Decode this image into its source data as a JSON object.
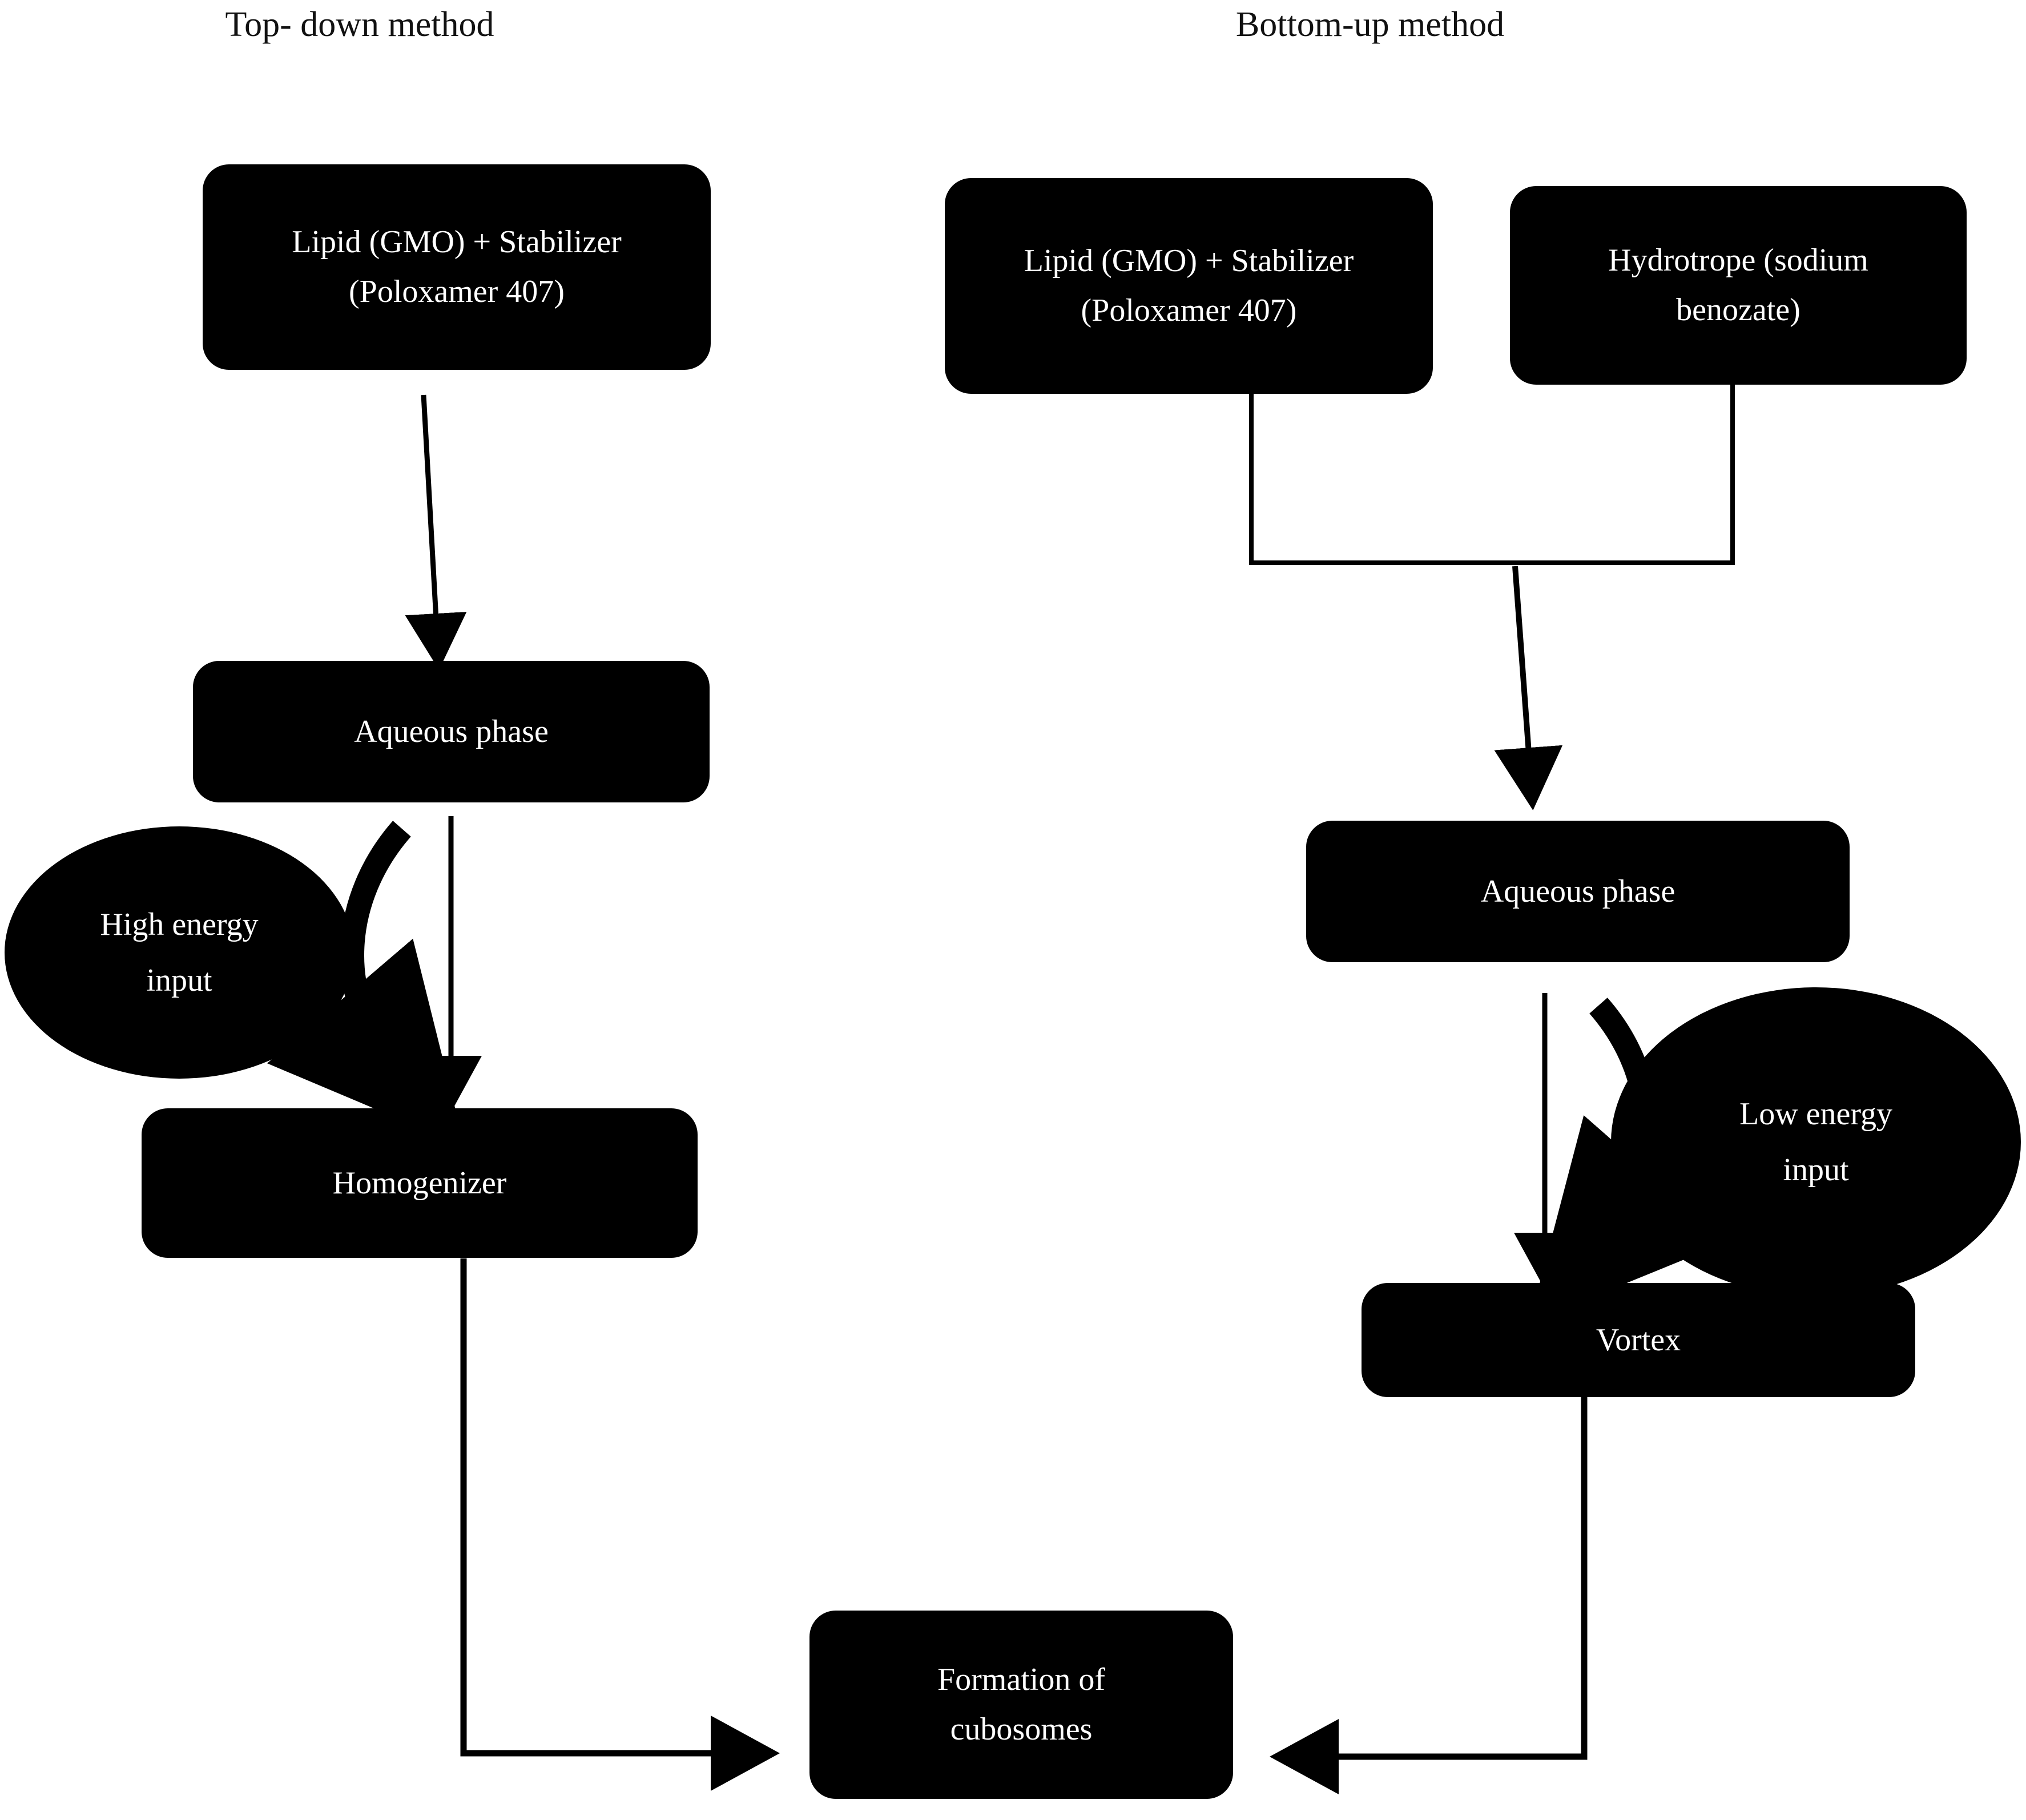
{
  "diagram": {
    "title_left": "Top- down method",
    "title_right": "Bottom-up method",
    "colors": {
      "node_fill": "#000000",
      "node_text": "#ffffff",
      "connector": "#000000",
      "background": "#ffffff"
    }
  },
  "top_down": {
    "lipid_box": "Lipid (GMO) + Stabilizer\n(Poloxamer 407)",
    "lipid_box_line1": "Lipid (GMO) + Stabilizer",
    "lipid_box_line2": "(Poloxamer 407)",
    "aqueous_box": "Aqueous phase",
    "energy_ellipse_line1": "High energy",
    "energy_ellipse_line2": "input",
    "process_box": "Homogenizer"
  },
  "bottom_up": {
    "lipid_box_line1": "Lipid (GMO) + Stabilizer",
    "lipid_box_line2": "(Poloxamer 407)",
    "hydrotrope_box_line1": "Hydrotrope (sodium",
    "hydrotrope_box_line2": "benozate)",
    "aqueous_box": "Aqueous phase",
    "energy_ellipse_line1": "Low energy",
    "energy_ellipse_line2": "input",
    "process_box": "Vortex"
  },
  "outcome": {
    "line1": "Formation of",
    "line2": "cubosomes"
  }
}
